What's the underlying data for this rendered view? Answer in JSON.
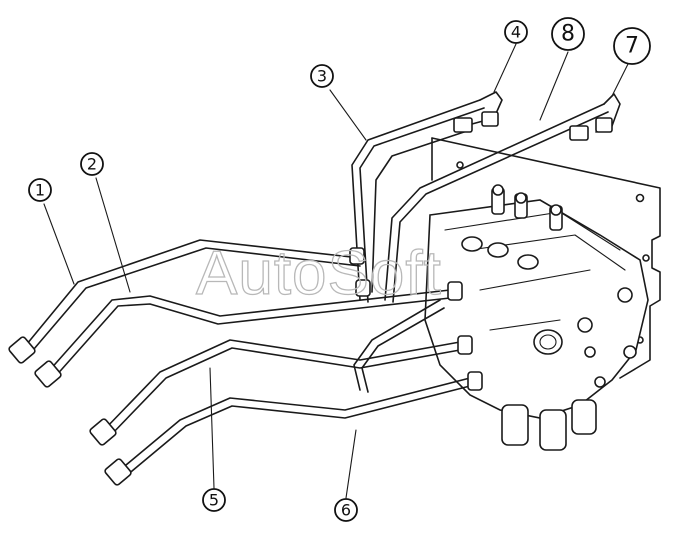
{
  "watermark": "AutoSoft",
  "callouts": [
    "1",
    "2",
    "3",
    "4",
    "5",
    "6",
    "8",
    "7"
  ]
}
